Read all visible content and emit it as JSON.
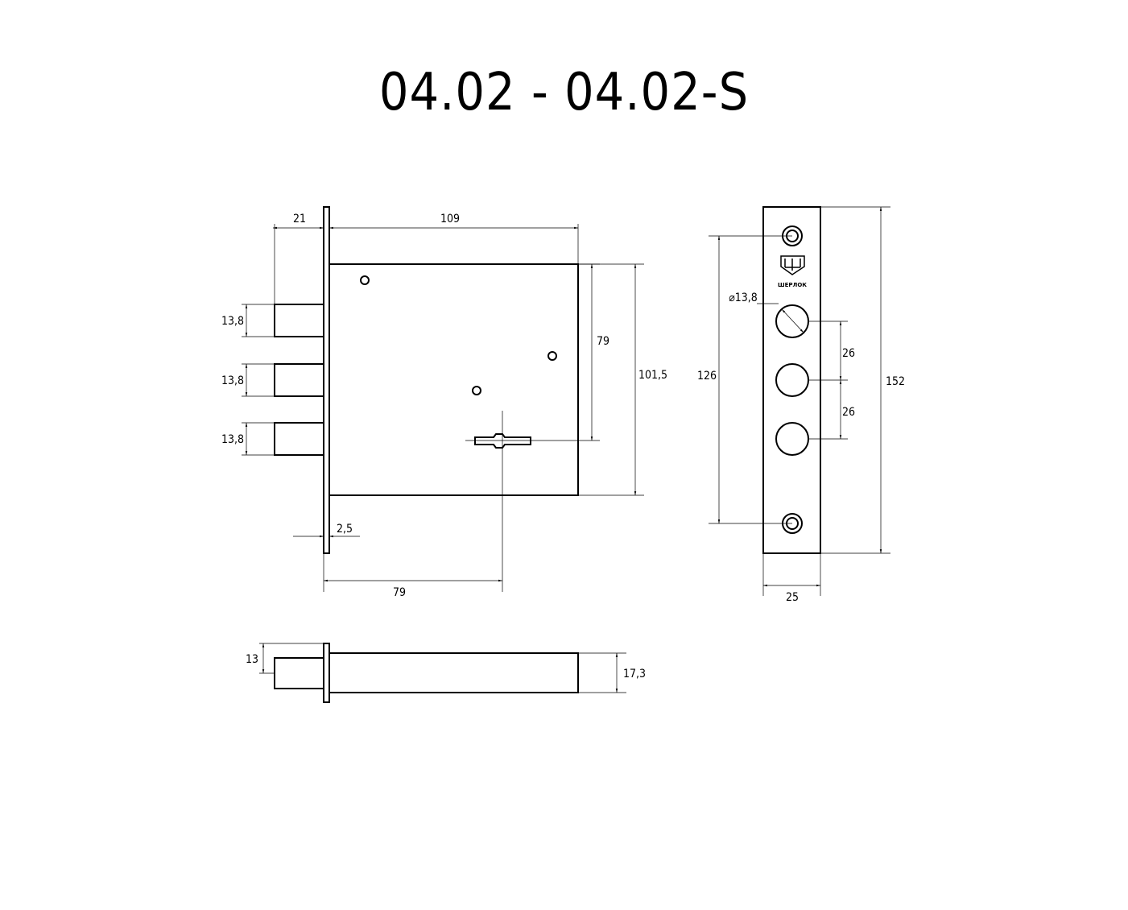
{
  "title": "04.02 - 04.02-S",
  "brand": {
    "name": "ШЕРЛОК",
    "logo_icon": "shield-sh-logo"
  },
  "dimensions": {
    "bolt_projection": "21",
    "body_width": "109",
    "bolt_height_1": "13,8",
    "bolt_height_2": "13,8",
    "bolt_height_3": "13,8",
    "backset_to_keyhole": "79",
    "body_height": "101,5",
    "faceplate_thickness": "2,5",
    "backset": "79",
    "hole_diameter": "⌀13,8",
    "hole_spacing_1": "26",
    "hole_spacing_2": "26",
    "screw_spacing": "126",
    "faceplate_length": "152",
    "faceplate_width": "25",
    "bolt_thickness": "13",
    "body_thickness": "17,3"
  }
}
